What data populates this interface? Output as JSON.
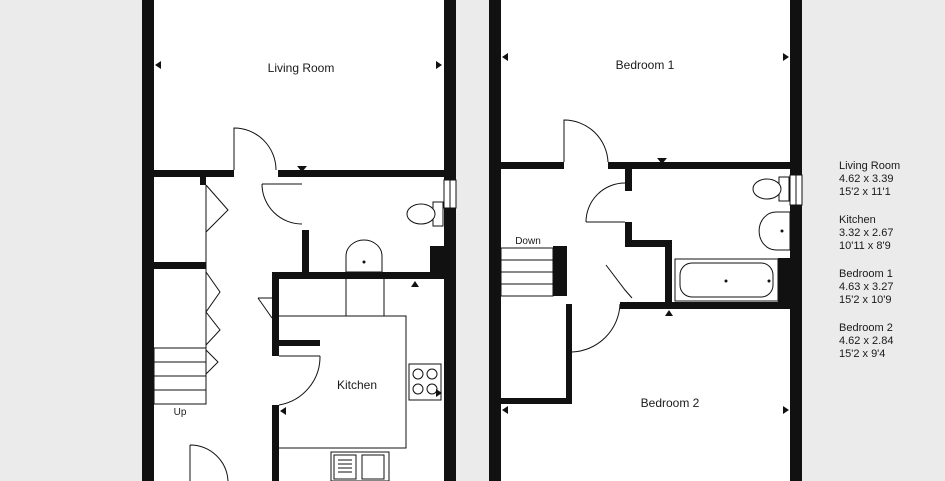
{
  "ground_floor": {
    "rooms": {
      "living_room": "Living Room",
      "kitchen": "Kitchen"
    },
    "stairs_label": "Up"
  },
  "first_floor": {
    "rooms": {
      "bedroom_1": "Bedroom 1",
      "bedroom_2": "Bedroom 2"
    },
    "stairs_label": "Down"
  },
  "legend": [
    {
      "name": "Living Room",
      "metric": "4.62 x 3.39",
      "imperial": "15'2 x 11'1"
    },
    {
      "name": "Kitchen",
      "metric": "3.32 x 2.67",
      "imperial": "10'11 x 8'9"
    },
    {
      "name": "Bedroom 1",
      "metric": "4.63 x 3.27",
      "imperial": "15'2 x 10'9"
    },
    {
      "name": "Bedroom 2",
      "metric": "4.62 x 2.84",
      "imperial": "15'2 x 9'4"
    }
  ],
  "colors": {
    "background": "#ebebeb",
    "floor": "#ffffff",
    "wall": "#111111"
  }
}
